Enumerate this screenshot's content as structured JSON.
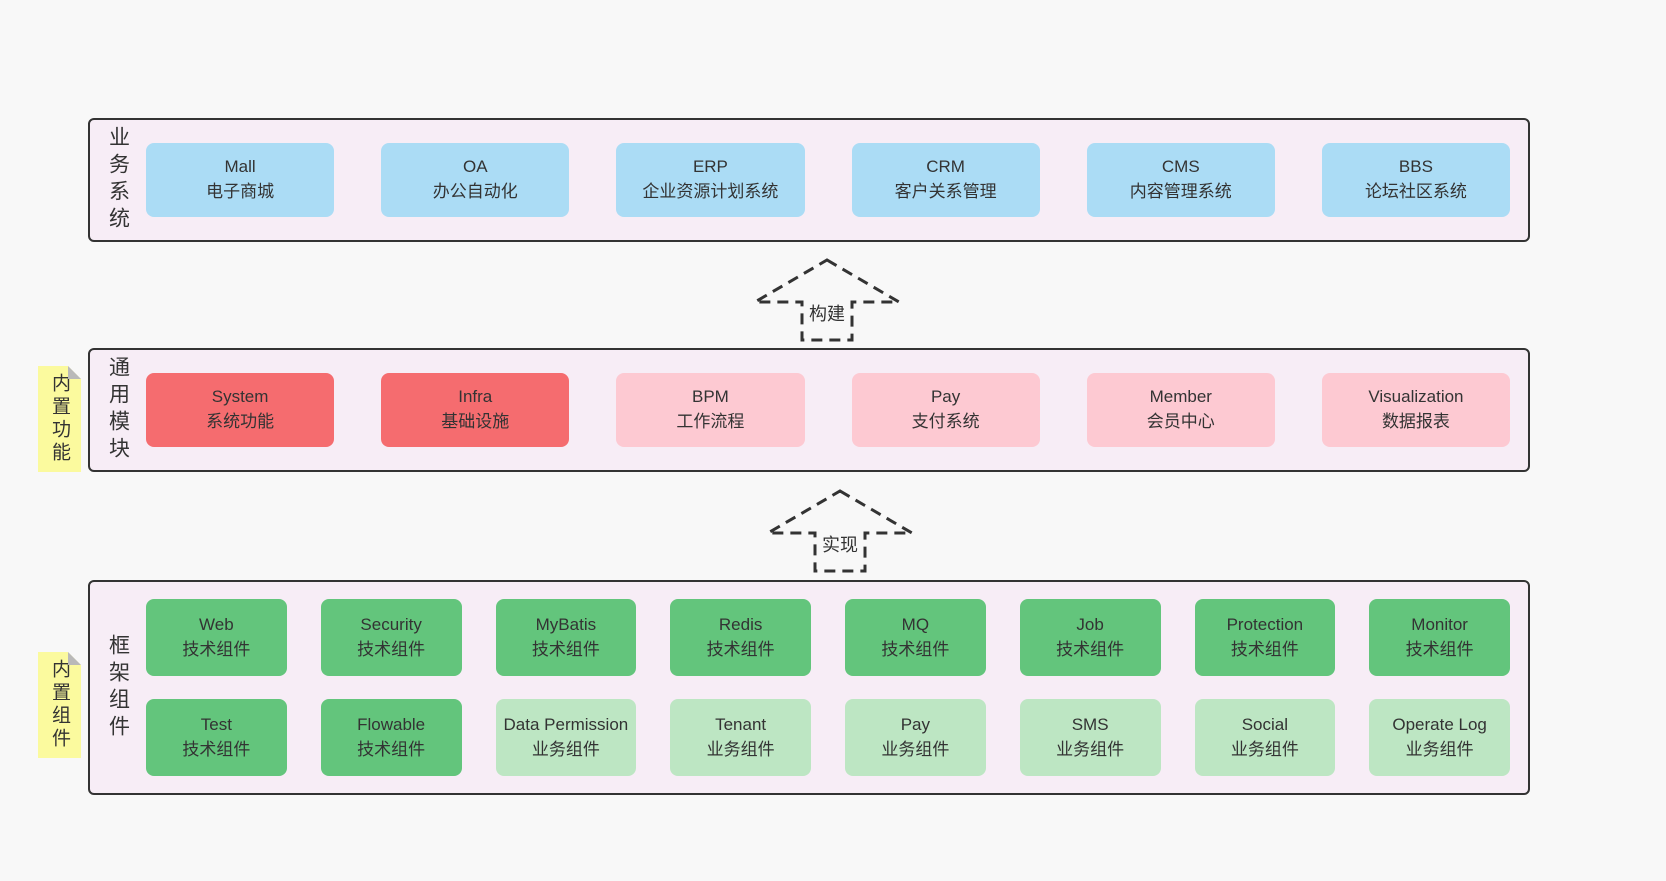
{
  "bands": [
    {
      "label": "业务系统",
      "boxes": [
        {
          "title": "Mall",
          "subtitle": "电子商城"
        },
        {
          "title": "OA",
          "subtitle": "办公自动化"
        },
        {
          "title": "ERP",
          "subtitle": "企业资源计划系统"
        },
        {
          "title": "CRM",
          "subtitle": "客户关系管理"
        },
        {
          "title": "CMS",
          "subtitle": "内容管理系统"
        },
        {
          "title": "BBS",
          "subtitle": "论坛社区系统"
        }
      ]
    },
    {
      "label": "通用模块",
      "note": "内置功能",
      "boxes": [
        {
          "title": "System",
          "subtitle": "系统功能"
        },
        {
          "title": "Infra",
          "subtitle": "基础设施"
        },
        {
          "title": "BPM",
          "subtitle": "工作流程"
        },
        {
          "title": "Pay",
          "subtitle": "支付系统"
        },
        {
          "title": "Member",
          "subtitle": "会员中心"
        },
        {
          "title": "Visualization",
          "subtitle": "数据报表"
        }
      ]
    },
    {
      "label": "框架组件",
      "note": "内置组件",
      "rows": [
        [
          {
            "title": "Web",
            "subtitle": "技术组件"
          },
          {
            "title": "Security",
            "subtitle": "技术组件"
          },
          {
            "title": "MyBatis",
            "subtitle": "技术组件"
          },
          {
            "title": "Redis",
            "subtitle": "技术组件"
          },
          {
            "title": "MQ",
            "subtitle": "技术组件"
          },
          {
            "title": "Job",
            "subtitle": "技术组件"
          },
          {
            "title": "Protection",
            "subtitle": "技术组件"
          },
          {
            "title": "Monitor",
            "subtitle": "技术组件"
          }
        ],
        [
          {
            "title": "Test",
            "subtitle": "技术组件"
          },
          {
            "title": "Flowable",
            "subtitle": "技术组件"
          },
          {
            "title": "Data Permission",
            "subtitle": "业务组件"
          },
          {
            "title": "Tenant",
            "subtitle": "业务组件"
          },
          {
            "title": "Pay",
            "subtitle": "业务组件"
          },
          {
            "title": "SMS",
            "subtitle": "业务组件"
          },
          {
            "title": "Social",
            "subtitle": "业务组件"
          },
          {
            "title": "Operate Log",
            "subtitle": "业务组件"
          }
        ]
      ]
    }
  ],
  "arrows": [
    {
      "label": "构建"
    },
    {
      "label": "实现"
    }
  ],
  "colors": {
    "page_bg": "#f8f8f8",
    "band_bg": "#f7edf6",
    "band_border": "#333333",
    "blue": "#abdcf5",
    "red": "#f56c6f",
    "pink": "#fdc9d2",
    "green": "#63c57c",
    "green_light": "#bde6c3",
    "sticky_yellow": "#fbfa9e",
    "fold_gray": "#b9b9b9",
    "text": "#333333"
  }
}
